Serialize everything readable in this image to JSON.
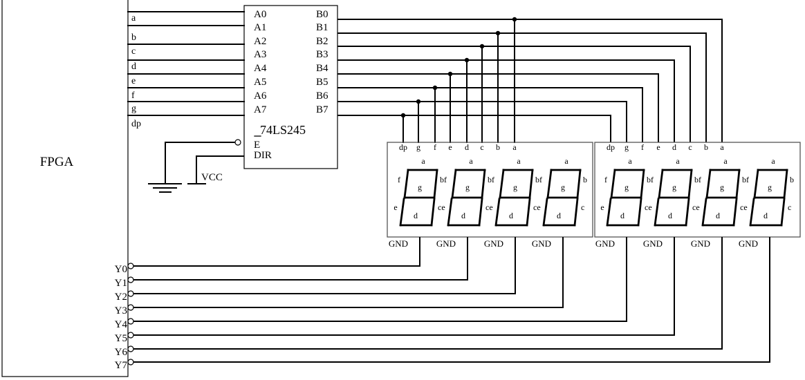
{
  "diagram": {
    "fpga": {
      "label": "FPGA",
      "net_labels": [
        "a",
        "b",
        "c",
        "d",
        "e",
        "f",
        "g",
        "dp"
      ],
      "outputs": [
        "Y0",
        "Y1",
        "Y2",
        "Y3",
        "Y4",
        "Y5",
        "Y6",
        "Y7"
      ]
    },
    "buffer": {
      "part": "74LS245",
      "a_pins": [
        "A0",
        "A1",
        "A2",
        "A3",
        "A4",
        "A5",
        "A6",
        "A7"
      ],
      "b_pins": [
        "B0",
        "B1",
        "B2",
        "B3",
        "B4",
        "B5",
        "B6",
        "B7"
      ],
      "enable": "E",
      "dir": "DIR"
    },
    "power": {
      "vcc": "VCC",
      "ground_icon": "ground-symbol"
    },
    "displays": [
      {
        "pins": [
          "dp",
          "g",
          "f",
          "e",
          "d",
          "c",
          "b",
          "a"
        ],
        "left_labels": {
          "upper": "f",
          "lower": "e"
        },
        "digits": [
          {
            "top": "a",
            "middle": "g",
            "bottom": "d",
            "right_upper": "bf",
            "right_lower": "ce",
            "common": "GND"
          },
          {
            "top": "a",
            "middle": "g",
            "bottom": "d",
            "right_upper": "bf",
            "right_lower": "ce",
            "common": "GND"
          },
          {
            "top": "a",
            "middle": "g",
            "bottom": "d",
            "right_upper": "bf",
            "right_lower": "ce",
            "common": "GND"
          },
          {
            "top": "a",
            "middle": "g",
            "bottom": "d",
            "right_upper": "b",
            "right_lower": "c",
            "common": "GND"
          }
        ]
      },
      {
        "pins": [
          "dp",
          "g",
          "f",
          "e",
          "d",
          "c",
          "b",
          "a"
        ],
        "left_labels": {
          "upper": "f",
          "lower": "e"
        },
        "digits": [
          {
            "top": "a",
            "middle": "g",
            "bottom": "d",
            "right_upper": "bf",
            "right_lower": "ce",
            "common": "GND"
          },
          {
            "top": "a",
            "middle": "g",
            "bottom": "d",
            "right_upper": "bf",
            "right_lower": "ce",
            "common": "GND"
          },
          {
            "top": "a",
            "middle": "g",
            "bottom": "d",
            "right_upper": "bf",
            "right_lower": "ce",
            "common": "GND"
          },
          {
            "top": "a",
            "middle": "g",
            "bottom": "d",
            "right_upper": "b",
            "right_lower": "c",
            "common": "GND"
          }
        ]
      }
    ],
    "wiring": {
      "segment_bus": [
        "B0-a",
        "B1-b",
        "B2-c",
        "B3-d",
        "B4-e",
        "B5-f",
        "B6-g",
        "B7-dp"
      ],
      "digit_select": [
        "Y0-display1.digit1",
        "Y1-display1.digit2",
        "Y2-display1.digit3",
        "Y3-display1.digit4",
        "Y4-display2.digit1",
        "Y5-display2.digit2",
        "Y6-display2.digit3",
        "Y7-display2.digit4"
      ]
    }
  }
}
